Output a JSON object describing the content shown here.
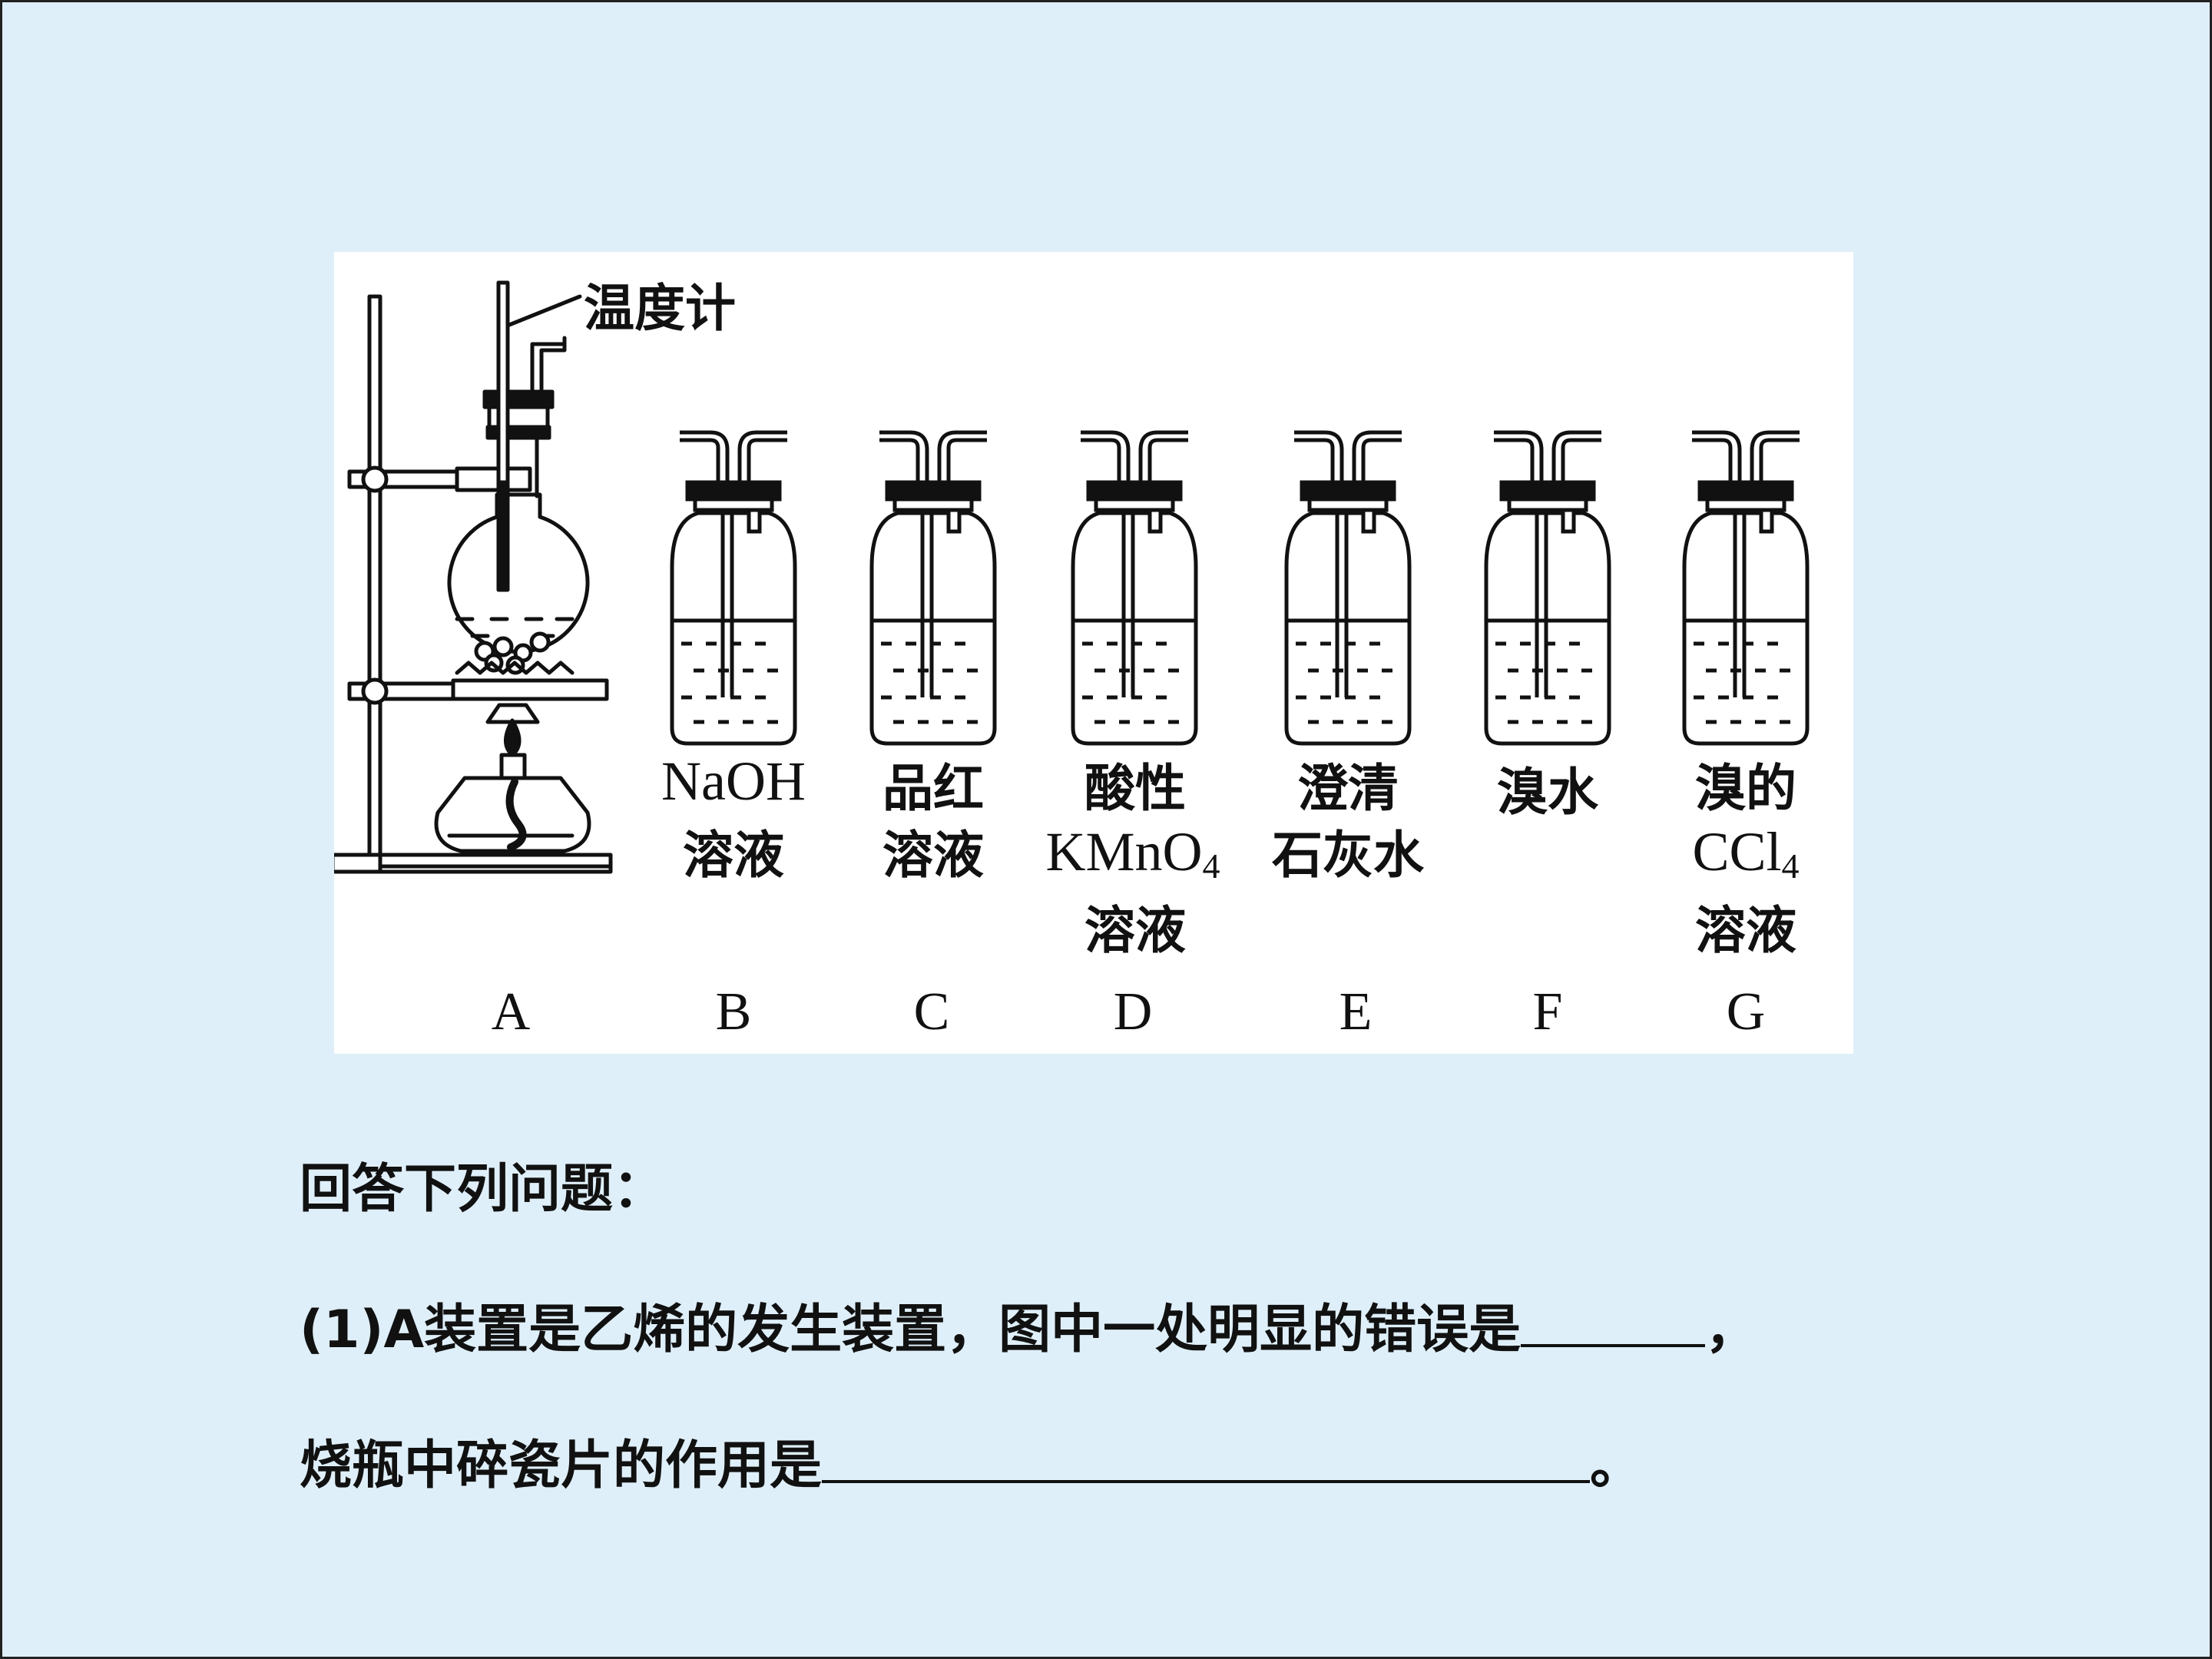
{
  "diagram": {
    "thermometer_label": "温度计",
    "bottles": [
      {
        "letter": "B",
        "reagent_lines": [
          "NaOH",
          "溶液"
        ]
      },
      {
        "letter": "C",
        "reagent_lines": [
          "品红",
          "溶液"
        ]
      },
      {
        "letter": "D",
        "reagent_main": "KMnO",
        "reagent_sub": "4",
        "reagent_lines": [
          "酸性",
          "溶液"
        ]
      },
      {
        "letter": "E",
        "reagent_lines": [
          "澄清",
          "石灰水"
        ]
      },
      {
        "letter": "F",
        "reagent_lines": [
          "溴水"
        ]
      },
      {
        "letter": "G",
        "reagent_main": "CCl",
        "reagent_sub": "4",
        "reagent_lines": [
          "溴的",
          "溶液"
        ]
      }
    ],
    "apparatus_letter": "A"
  },
  "text": {
    "prompt": "回答下列问题：",
    "q1_part1": "(1)A装置是乙烯的发生装置，图中一处明显的错误是",
    "q1_comma": "，",
    "q1_part2": "烧瓶中碎瓷片的作用是",
    "q1_end": "。"
  },
  "colors": {
    "background": "#dfeff9",
    "figure_bg": "#ffffff",
    "ink": "#111111"
  }
}
